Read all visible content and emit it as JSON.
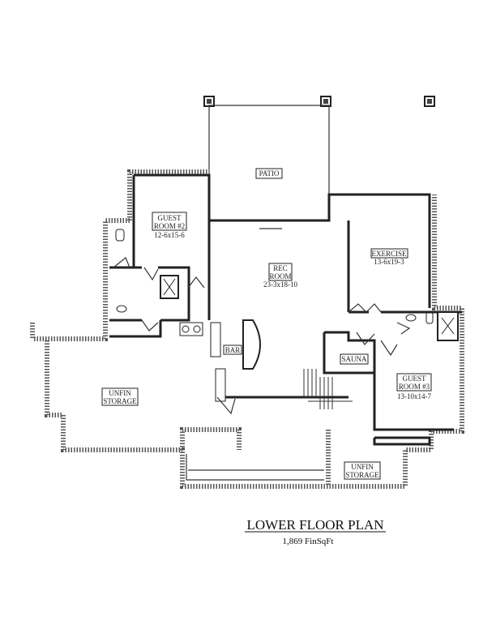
{
  "plan": {
    "title": "LOWER FLOOR PLAN",
    "area": "1,869 FinSqFt"
  },
  "rooms": {
    "patio": {
      "name": "PATIO"
    },
    "guest2": {
      "line1": "GUEST",
      "line2": "ROOM #2",
      "dims": "12-6x15-6"
    },
    "rec": {
      "line1": "REC",
      "line2": "ROOM",
      "dims": "23-3x18-10"
    },
    "exercise": {
      "name": "EXERCISE",
      "dims": "13-6x19-3"
    },
    "bar": {
      "name": "BAR"
    },
    "sauna": {
      "name": "SAUNA"
    },
    "guest3": {
      "line1": "GUEST",
      "line2": "ROOM #3",
      "dims": "13-10x14-7"
    },
    "storage1": {
      "line1": "UNFIN",
      "line2": "STORAGE"
    },
    "storage2": {
      "line1": "UNFIN",
      "line2": "STORAGE"
    }
  }
}
